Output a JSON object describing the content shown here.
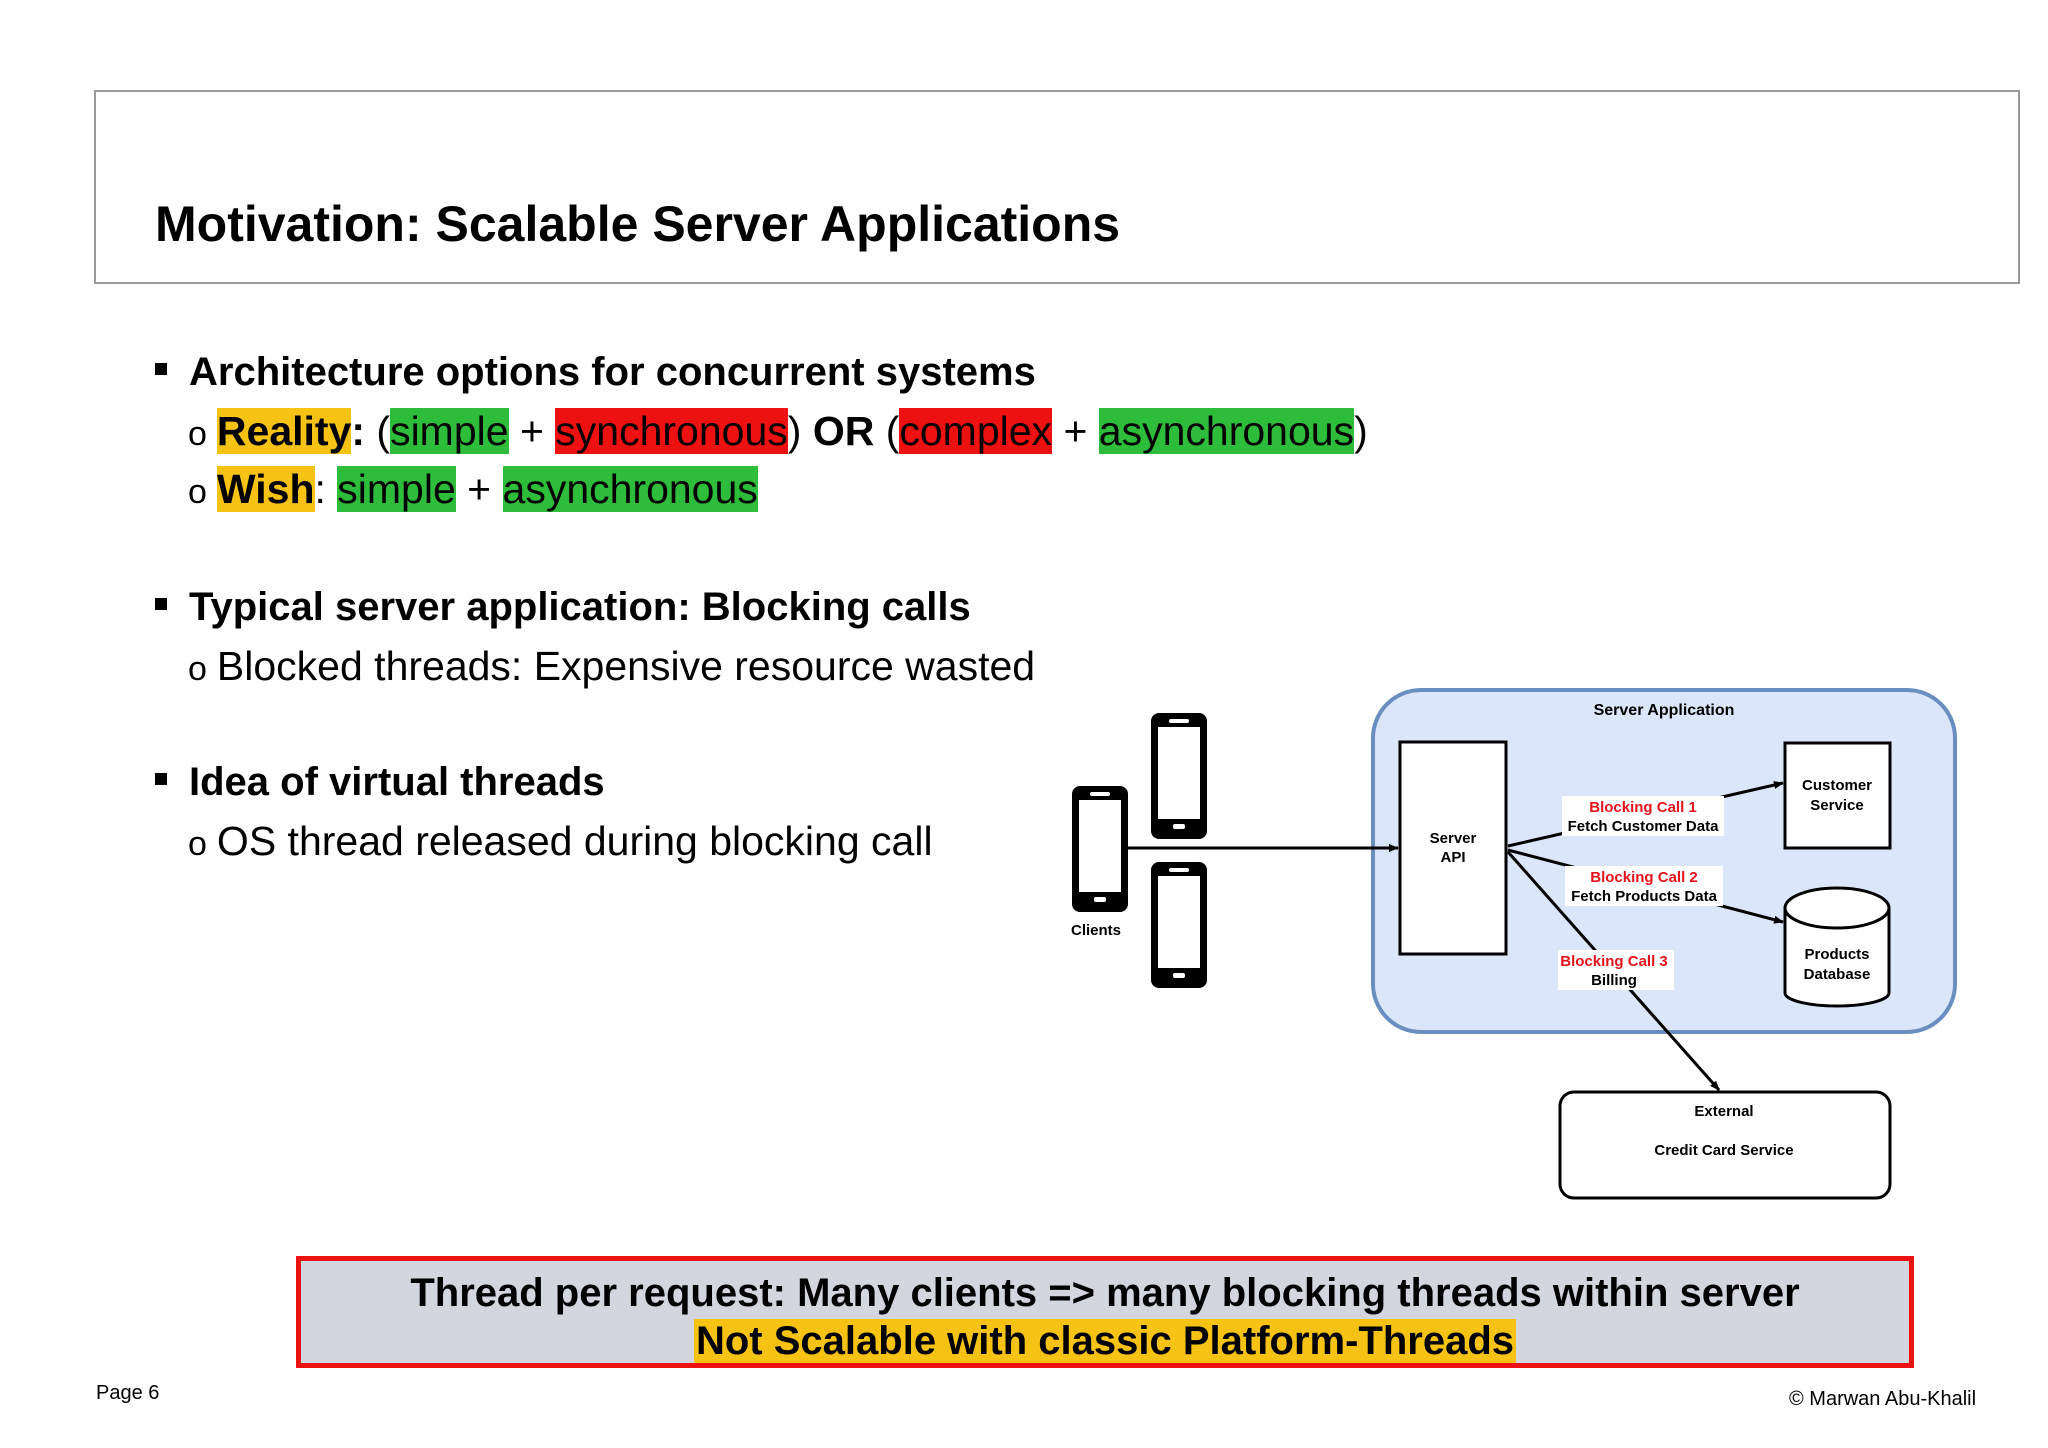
{
  "slide": {
    "title": "Motivation: Scalable Server Applications",
    "bullets": [
      {
        "heading": "Architecture options for concurrent systems",
        "reality": {
          "label": "Reality",
          "colon": ":",
          "open1": " (",
          "simple": "simple",
          "plus1": " + ",
          "synchronous": "synchronous",
          "close1": ")",
          "or": " OR ",
          "open2": "(",
          "complex": "complex",
          "plus2": " + ",
          "asynchronous": "asynchronous",
          "close2": ")"
        },
        "wish": {
          "label": "Wish",
          "colon": ": ",
          "simple": "simple",
          "plus": " + ",
          "asynchronous": "asynchronous"
        }
      },
      {
        "heading": "Typical server application: Blocking calls",
        "sub": "Blocked threads: Expensive resource wasted"
      },
      {
        "heading": "Idea of virtual threads",
        "sub": "OS thread released during blocking call"
      }
    ],
    "sub_marker": "o"
  },
  "diagram": {
    "server_application": "Server Application",
    "server_api": [
      "Server",
      "API"
    ],
    "customer_service": [
      "Customer",
      "Service"
    ],
    "products_database": [
      "Products",
      "Database"
    ],
    "clients": "Clients",
    "call1": {
      "label": "Blocking Call 1",
      "desc": "Fetch Customer Data"
    },
    "call2": {
      "label": "Blocking Call 2",
      "desc": "Fetch Products Data"
    },
    "call3": {
      "label": "Blocking Call 3",
      "desc": "Billing"
    },
    "external": {
      "line1": "External",
      "line2": "Credit Card Service"
    },
    "colors": {
      "server_fill": "#dbe6fb",
      "server_border": "#6a8ec0",
      "call_red": "#e5131b"
    }
  },
  "summary": {
    "line1": "Thread per request: Many clients => many blocking threads within server",
    "line2": "Not Scalable with classic Platform-Threads"
  },
  "footer": {
    "page": "Page 6",
    "copyright": "© Marwan Abu-Khalil"
  },
  "colors": {
    "highlight_yellow": "#f6c315",
    "highlight_green": "#2ebd3a",
    "highlight_red": "#ee1111",
    "summary_bg": "#d4d6df"
  }
}
